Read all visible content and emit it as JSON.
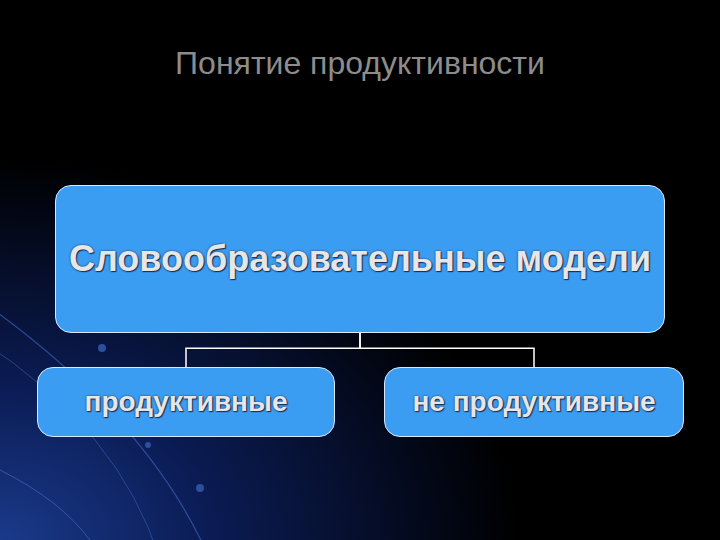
{
  "diagram": {
    "title": "Понятие продуктивности",
    "nodes": [
      {
        "text": [
          "Словообразовательные модели"
        ]
      },
      {
        "text": [
          "продуктивные"
        ]
      },
      {
        "text": [
          "не продуктивные"
        ]
      }
    ],
    "edges": [
      {
        "from": 0,
        "to": 1,
        "arrow": "none"
      },
      {
        "from": 0,
        "to": 2,
        "arrow": "none"
      }
    ]
  }
}
